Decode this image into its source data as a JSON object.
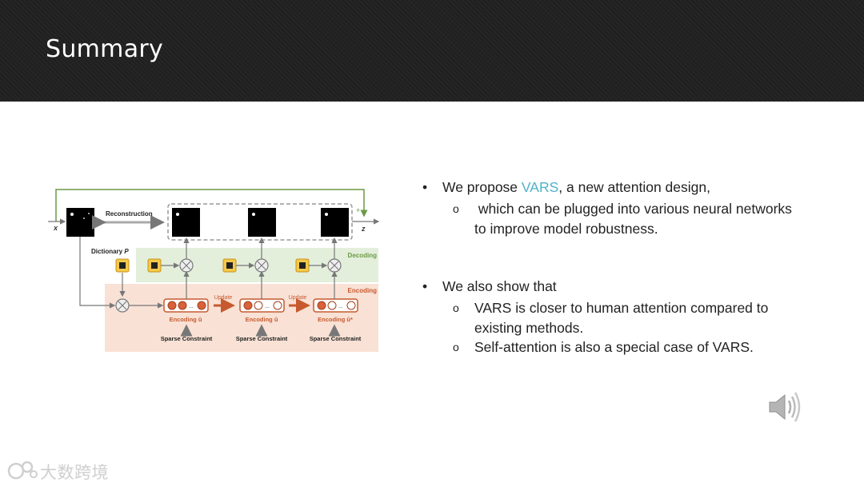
{
  "slide": {
    "title": "Summary"
  },
  "diagram": {
    "input_label": "x",
    "output_label": "z",
    "plus_label": "+",
    "reconstruction_label": "Reconstruction",
    "dictionary_label": "Dictionary",
    "dictionary_symbol": "P",
    "decoding_label": "Decoding",
    "encoding_label": "Encoding",
    "update_label": "Update",
    "encoding_unit_labels": [
      "Encoding û",
      "Encoding û",
      "Encoding û*"
    ],
    "sparse_constraint_label": "Sparse Constraint",
    "colors": {
      "decoding_band": "#e3efdb",
      "encoding_band": "#f9e1d5",
      "accent_orange": "#c65a2e",
      "arrow_green": "#6b9a46"
    }
  },
  "bullets": [
    {
      "pre": "We propose ",
      "highlight": "VARS",
      "post": ", a new attention design,",
      "subs": [
        "which can be plugged into various neural networks",
        "to improve model robustness."
      ]
    },
    {
      "text": "We also show that",
      "subs": [
        "VARS is closer to human attention compared to",
        "existing methods.",
        "Self-attention is also a special case of VARS."
      ]
    }
  ],
  "watermark": {
    "text": "大数跨境"
  },
  "theme": {
    "accent": "#4fb3c8",
    "header_bg": "#1f1f1f"
  },
  "icons": {
    "audio": "speaker-icon",
    "bullet": "•",
    "sub_bullet": "o"
  }
}
